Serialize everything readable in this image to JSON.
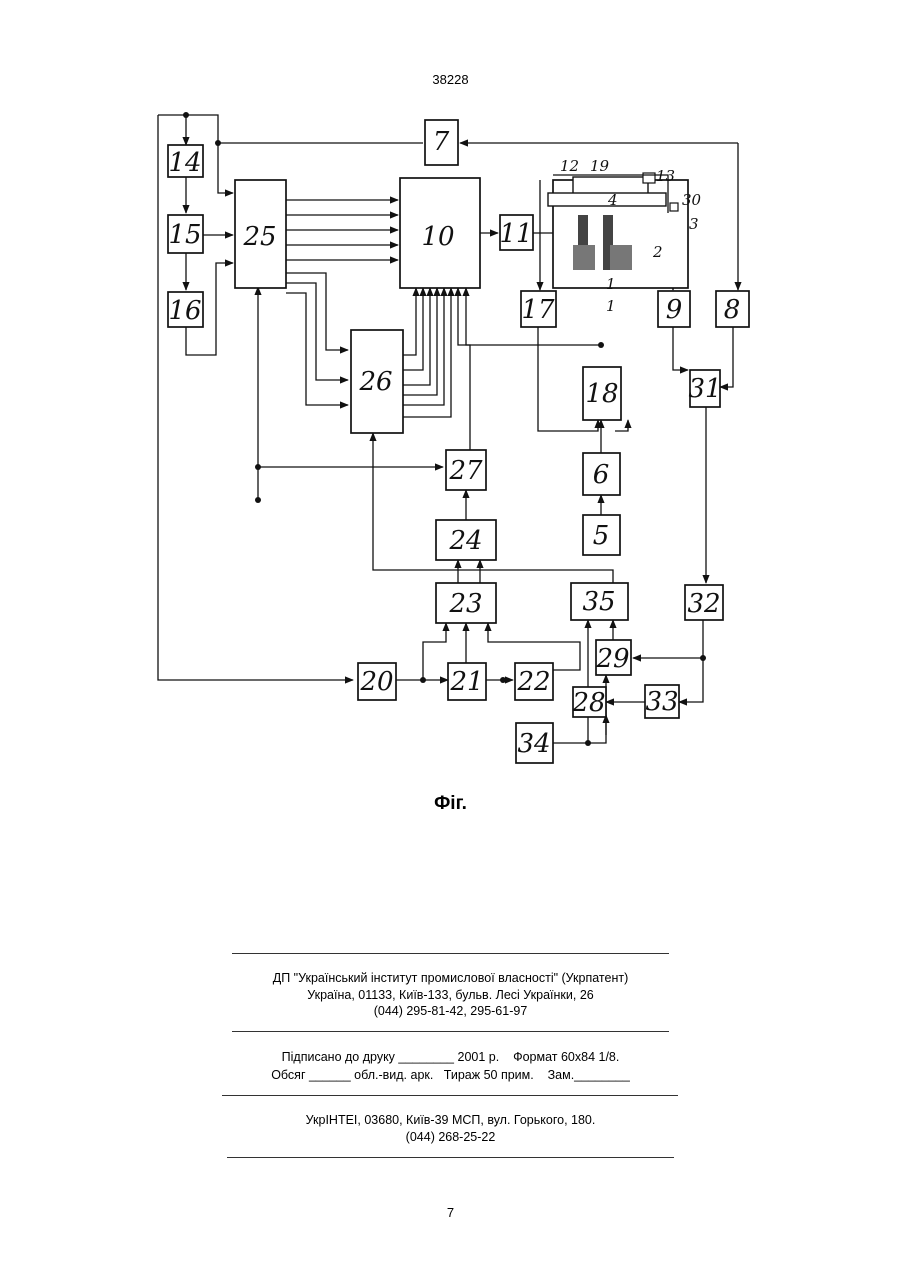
{
  "header": {
    "doc_number": "38228"
  },
  "figure": {
    "caption": "Фіг.",
    "blocks": [
      "1",
      "2",
      "3",
      "4",
      "5",
      "6",
      "7",
      "8",
      "9",
      "10",
      "11",
      "12",
      "13",
      "14",
      "15",
      "16",
      "17",
      "18",
      "19",
      "20",
      "21",
      "22",
      "23",
      "24",
      "25",
      "26",
      "27",
      "28",
      "29",
      "30",
      "31",
      "32",
      "33",
      "34",
      "35"
    ]
  },
  "imprint": {
    "publisher_line1": "ДП \"Український інститут промислової власності\" (Укрпатент)",
    "publisher_line2": "Україна, 01133, Київ-133, бульв. Лесі Українки, 26",
    "publisher_phone": "(044) 295-81-42, 295-61-97",
    "print_line1": "Підписано до друку ________ 2001 р.    Формат 60х84 1/8.",
    "print_line2": "Обсяг ______ обл.-вид. арк.   Тираж 50 прим.    Зам.________",
    "printer_line": "УкрІНТЕІ, 03680, Київ-39 МСП, вул. Горького, 180.",
    "printer_phone": "(044) 268-25-22"
  },
  "footer": {
    "page_number": "7"
  }
}
